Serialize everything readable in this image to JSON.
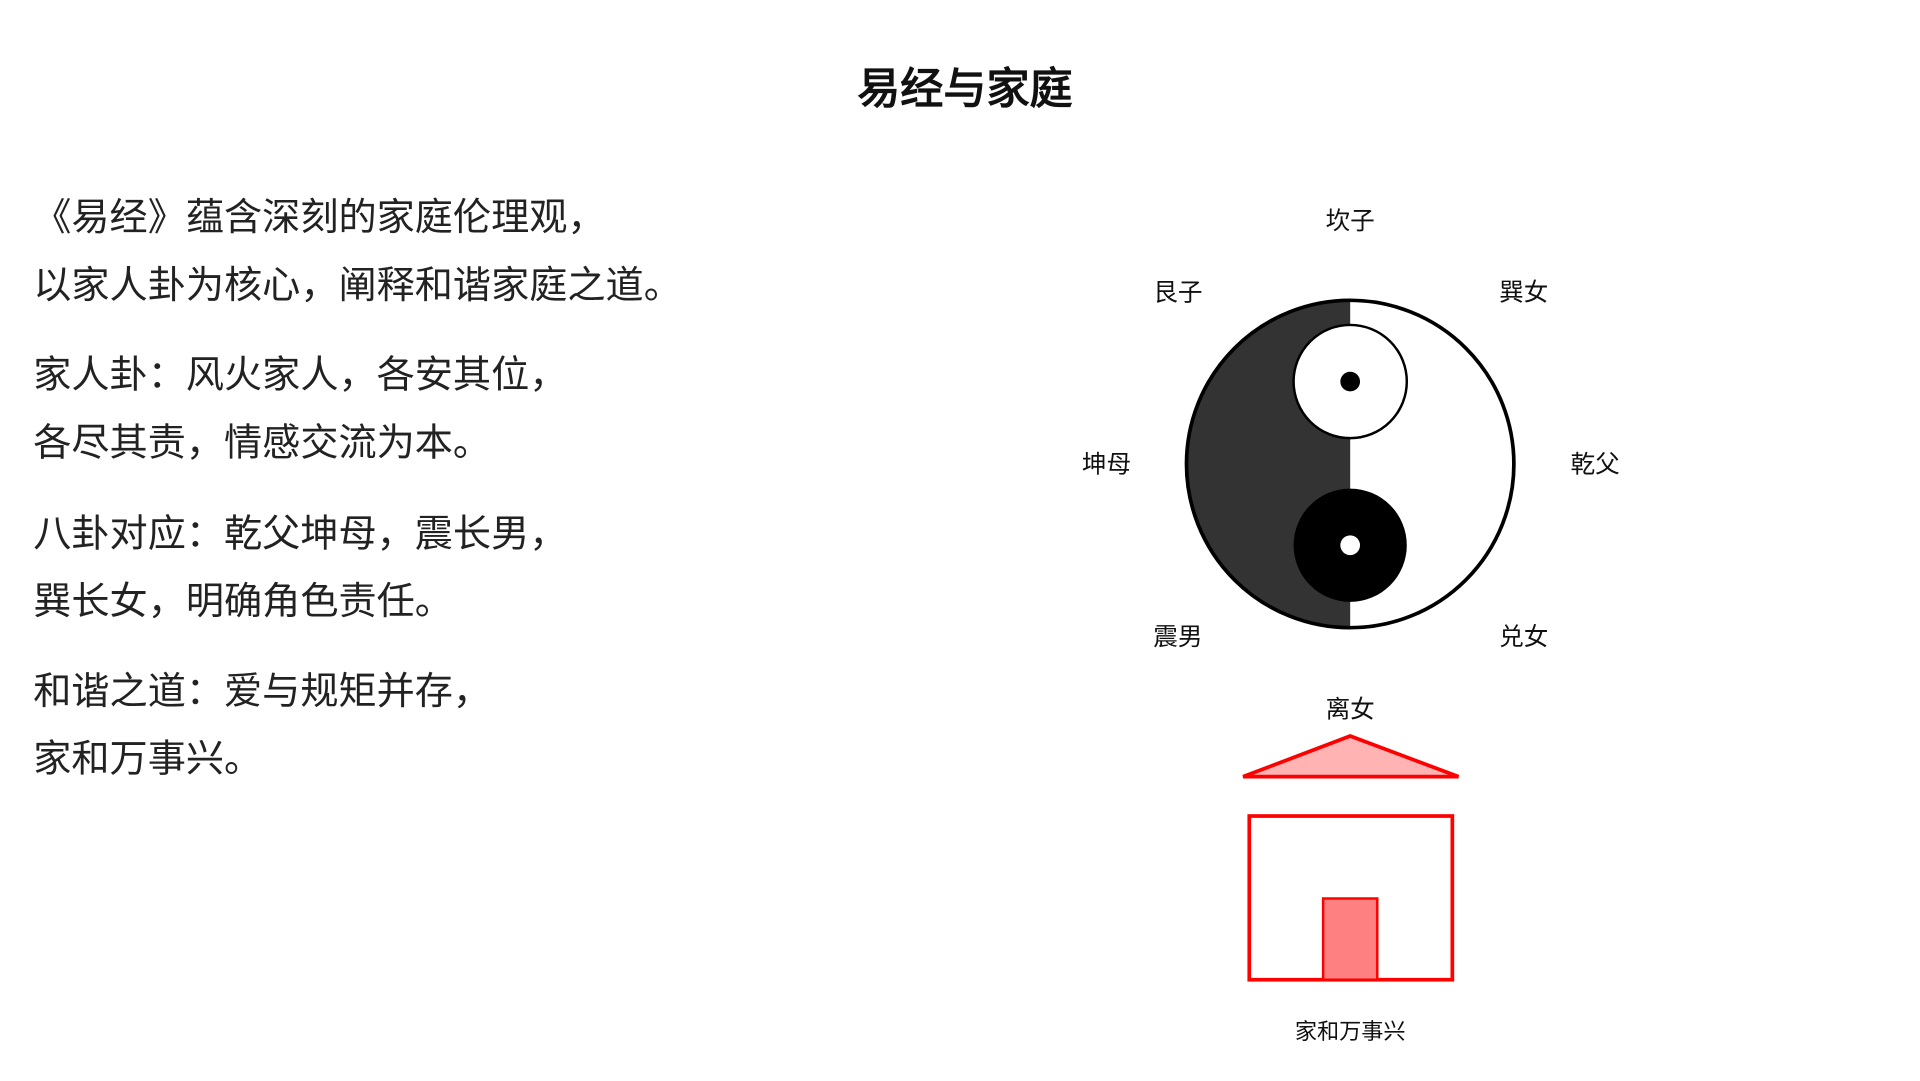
{
  "title": "易经与家庭",
  "paragraphs": [
    [
      "《易经》蕴含深刻的家庭伦理观，",
      "以家人卦为核心，阐释和谐家庭之道。"
    ],
    [
      "家人卦：风火家人，各安其位，",
      "各尽其责，情感交流为本。"
    ],
    [
      "八卦对应：乾父坤母，震长男，",
      "巽长女，明确角色责任。"
    ],
    [
      "和谐之道：爱与规矩并存，",
      "家和万事兴。"
    ]
  ],
  "diagram": {
    "trigram_labels": {
      "top": "坎子",
      "top_left": "艮子",
      "top_right": "巽女",
      "left": "坤母",
      "right": "乾父",
      "bottom_left": "震男",
      "bottom_right": "兑女",
      "bottom": "离女"
    },
    "house_caption": "家和万事兴",
    "colors": {
      "yin": "#333333",
      "yang": "#ffffff",
      "roof": "#ffb3b3",
      "door": "#ff8080",
      "house_stroke": "#ff0000"
    }
  }
}
